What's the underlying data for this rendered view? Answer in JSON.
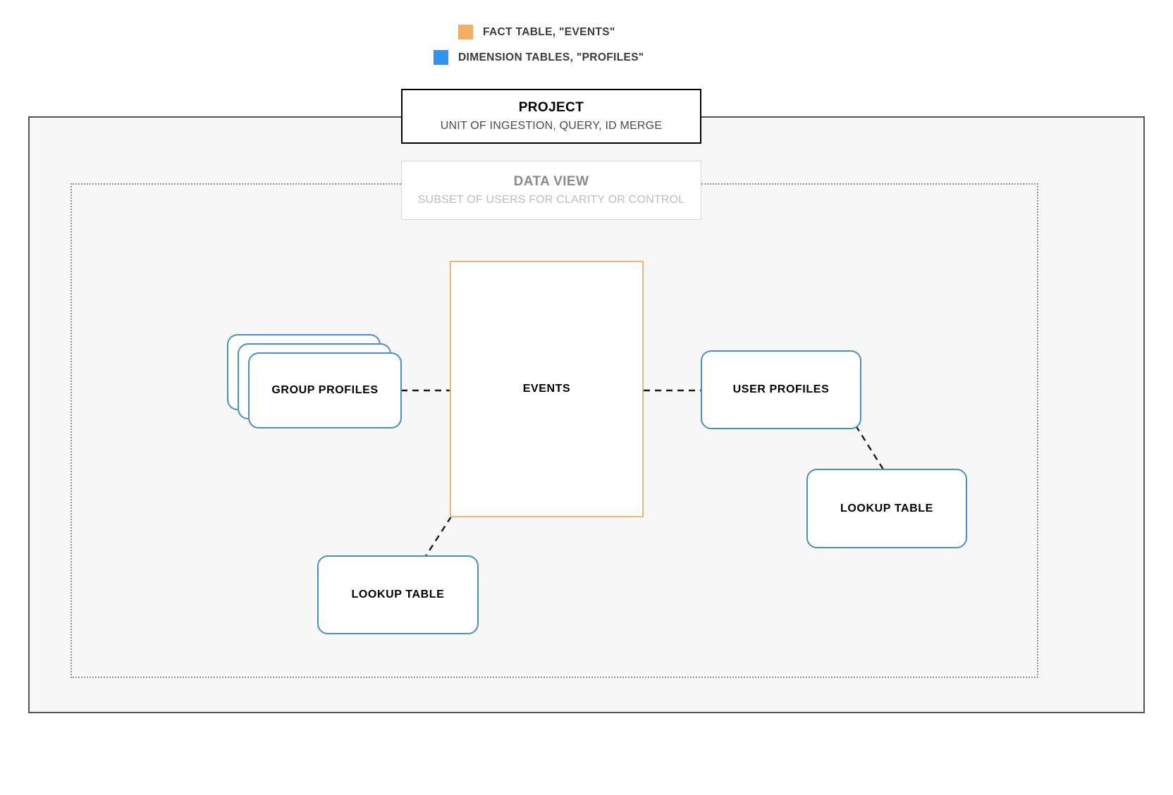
{
  "legend": {
    "items": [
      {
        "label": "FACT TABLE, \"EVENTS\"",
        "color": "#f5ad62",
        "swatch_name": "fact-table-swatch"
      },
      {
        "label": "DIMENSION TABLES, \"PROFILES\"",
        "color": "#2f94f0",
        "swatch_name": "dimension-tables-swatch"
      }
    ]
  },
  "project": {
    "title": "PROJECT",
    "subtitle": "UNIT OF INGESTION, QUERY, ID MERGE"
  },
  "data_view": {
    "title": "DATA VIEW",
    "subtitle": "SUBSET OF USERS FOR CLARITY OR CONTROL"
  },
  "nodes": {
    "events": {
      "label": "EVENTS",
      "border_color": "#e8b877"
    },
    "group_profiles": {
      "label": "GROUP PROFILES",
      "border_color": "#4a90c2"
    },
    "user_profiles": {
      "label": "USER PROFILES",
      "border_color": "#4a90c2"
    },
    "lookup_table_left": {
      "label": "LOOKUP TABLE",
      "border_color": "#4a90c2"
    },
    "lookup_table_right": {
      "label": "LOOKUP TABLE",
      "border_color": "#4a90c2"
    }
  },
  "connectors": [
    {
      "name": "group-profiles-to-events",
      "from": "group_profiles",
      "to": "events",
      "style": "dashed"
    },
    {
      "name": "events-to-user-profiles",
      "from": "events",
      "to": "user_profiles",
      "style": "dashed"
    },
    {
      "name": "events-to-lookup-table-left",
      "from": "events",
      "to": "lookup_table_left",
      "style": "dashed"
    },
    {
      "name": "user-profiles-to-lookup-table-right",
      "from": "user_profiles",
      "to": "lookup_table_right",
      "style": "dashed"
    }
  ],
  "colors": {
    "fact_accent": "#e8b877",
    "dimension_accent": "#4a90c2",
    "container_fill": "#f7f7f7",
    "container_border": "#555555",
    "inner_border": "#8f8f8f",
    "connector": "#1a1a1a"
  }
}
